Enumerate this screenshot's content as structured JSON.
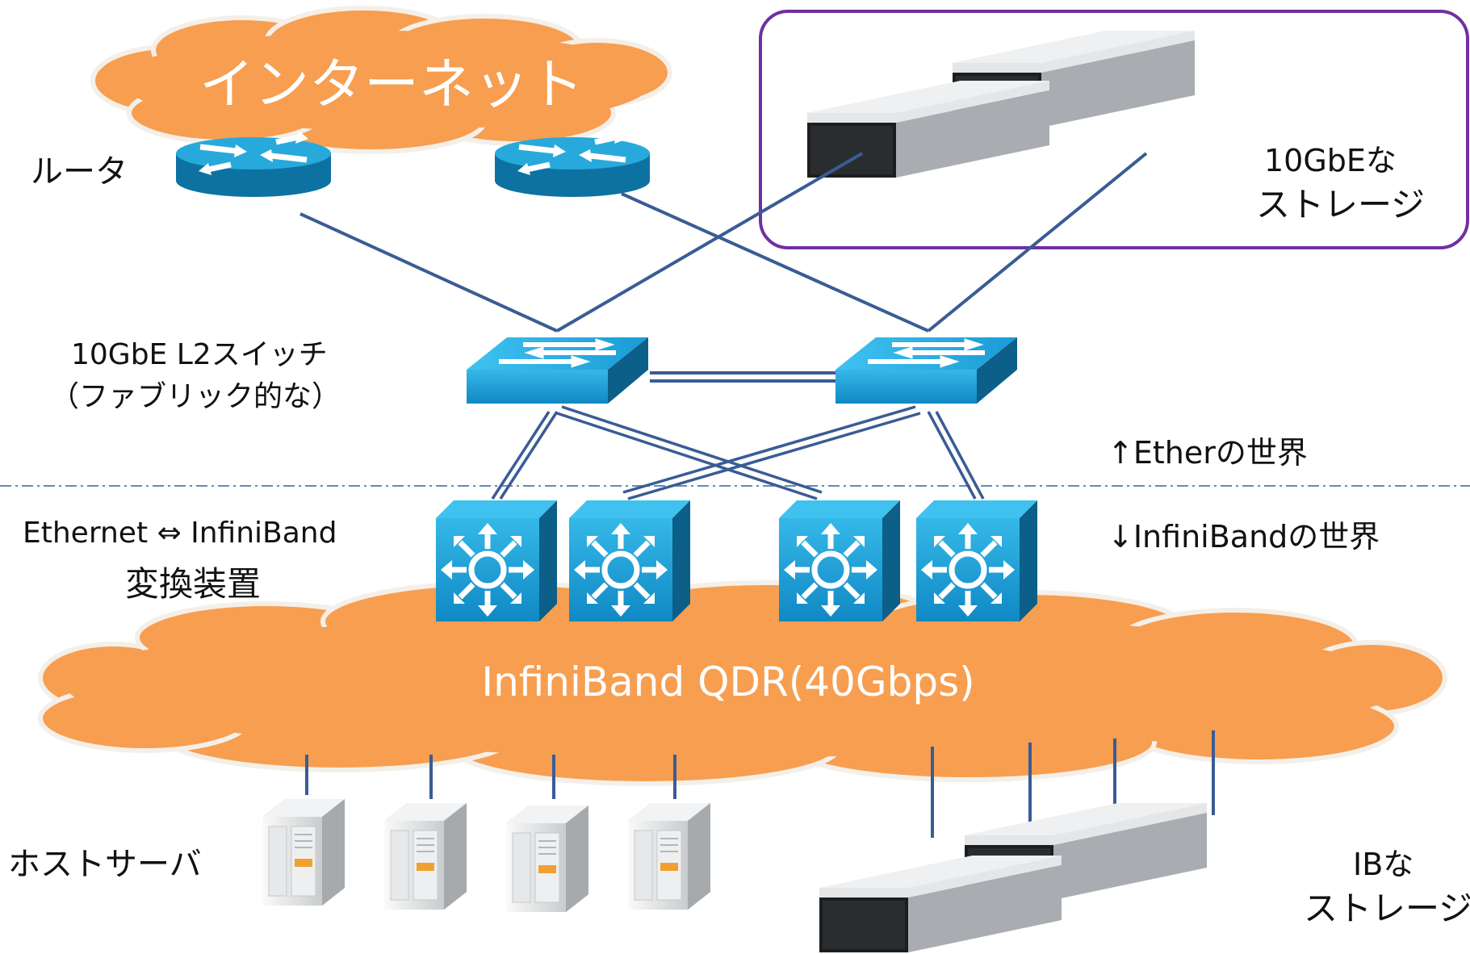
{
  "clouds": {
    "internet": "インターネット",
    "infiniband": "InfiniBand QDR(40Gbps)"
  },
  "labels": {
    "router": "ルータ",
    "l2switch_line1": "10GbE L2スイッチ",
    "l2switch_line2": "（ファブリック的な）",
    "ether_world": "↑Etherの世界",
    "ib_world": "↓InfiniBandの世界",
    "converter_line1": "Ethernet ⇔ InfiniBand",
    "converter_line2": "変換装置",
    "host_servers": "ホストサーバ",
    "storage_10gbe_line1": "10GbEな",
    "storage_10gbe_line2": "ストレージ",
    "storage_ib_line1": "IBな",
    "storage_ib_line2": "ストレージ"
  },
  "colors": {
    "cloud_fill": "#f79e50",
    "cloud_stroke": "#f4f0ea",
    "device_blue": "#1ea0d2",
    "device_dark": "#0f6e9a",
    "link": "#3a5c95",
    "highlight_box": "#7030a0",
    "divider": "#5b8cc0"
  },
  "icons": {
    "router": "router-icon",
    "l2_switch": "l2-switch-icon",
    "converter": "ib-gateway-icon",
    "storage": "storage-array-icon",
    "server": "tower-server-icon"
  }
}
